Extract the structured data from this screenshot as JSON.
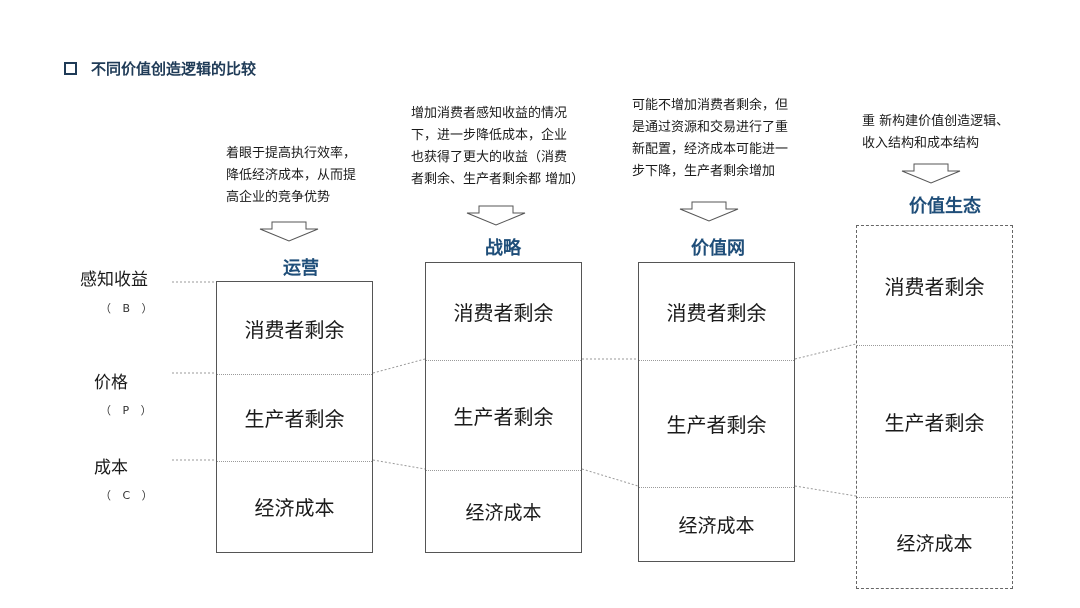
{
  "title": "不同价值创造逻辑的比较",
  "axis": {
    "perceived": {
      "label": "感知收益",
      "sub": "（ B ）"
    },
    "price": {
      "label": "价格",
      "sub": "（ P ）"
    },
    "cost": {
      "label": "成本",
      "sub": "（ C ）"
    }
  },
  "columns": [
    {
      "label": "运营",
      "desc": [
        "着眼于提高执行效率，",
        "降低经济成本，从而提",
        "高企业的竞争优势"
      ],
      "segments": [
        "消费者剩余",
        "生产者剩余",
        "经济成本"
      ]
    },
    {
      "label": "战略",
      "desc": [
        "增加消费者感知收益的情况",
        "下，进一步降低成本，企业",
        "也获得了更大的收益（消费",
        "者剩余、生产者剩余都 增加）"
      ],
      "segments": [
        "消费者剩余",
        "生产者剩余",
        "经济成本"
      ]
    },
    {
      "label": "价值网",
      "desc": [
        "可能不增加消费者剩余，但",
        "是通过资源和交易进行了重",
        "新配置，经济成本可能进一",
        "步下降，生产者剩余增加"
      ],
      "segments": [
        "消费者剩余",
        "生产者剩余",
        "经济成本"
      ]
    },
    {
      "label": "价值生态",
      "desc": [
        "重 新构建价值创造逻辑、",
        "收入结构和成本结构"
      ],
      "segments": [
        "消费者剩余",
        "生产者剩余",
        "经济成本"
      ]
    }
  ]
}
